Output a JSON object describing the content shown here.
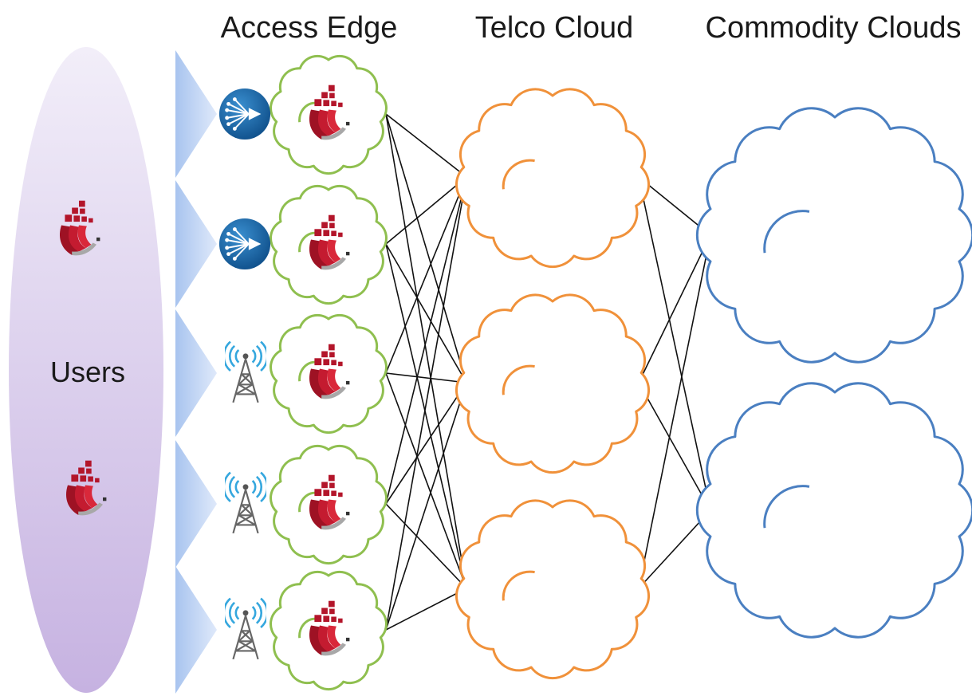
{
  "columns": {
    "users": "Users",
    "access_edge": "Access Edge",
    "telco_cloud": "Telco Cloud",
    "commodity_clouds": "Commodity Clouds"
  },
  "access_nodes": [
    {
      "type": "router",
      "icon": "router-icon"
    },
    {
      "type": "router",
      "icon": "router-icon"
    },
    {
      "type": "antenna",
      "icon": "cell-tower-icon"
    },
    {
      "type": "antenna",
      "icon": "cell-tower-icon"
    },
    {
      "type": "antenna",
      "icon": "cell-tower-icon"
    }
  ],
  "telco_cloud_count": 3,
  "commodity_cloud_count": 2,
  "colors": {
    "edge_cloud": "#8fbf4f",
    "telco_cloud": "#f0913a",
    "commodity_cloud": "#4a7fc1",
    "users_oval_top": "#efe9f7",
    "users_oval_bottom": "#c7b3e2",
    "arrow": "#b9d0f2",
    "router": "#1565a6",
    "logo_red": "#b3152a"
  },
  "icons": {
    "logo": "company-logo-icon",
    "router": "router-icon",
    "tower": "cell-tower-icon"
  }
}
